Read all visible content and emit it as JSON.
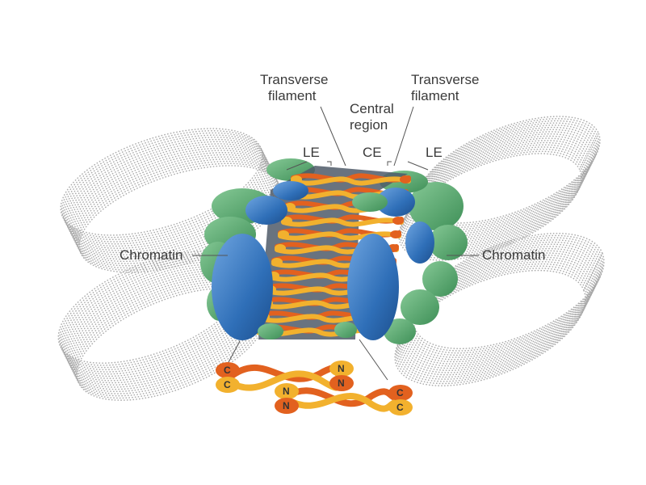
{
  "labels": {
    "transverse_left_1": "Transverse",
    "transverse_left_2": "filament",
    "transverse_right_1": "Transverse",
    "transverse_right_2": "filament",
    "central_1": "Central",
    "central_2": "region",
    "le_left": "LE",
    "ce": "CE",
    "le_right": "LE",
    "chromatin_left": "Chromatin",
    "chromatin_right": "Chromatin"
  },
  "termini": {
    "c": "C",
    "n": "N"
  },
  "colors": {
    "blue": "#2f6fb8",
    "green": "#4fa86a",
    "orange": "#e2611f",
    "yellow": "#f2b12e",
    "chromatin": "#a9a9a9",
    "text": "#3a3a3a"
  }
}
